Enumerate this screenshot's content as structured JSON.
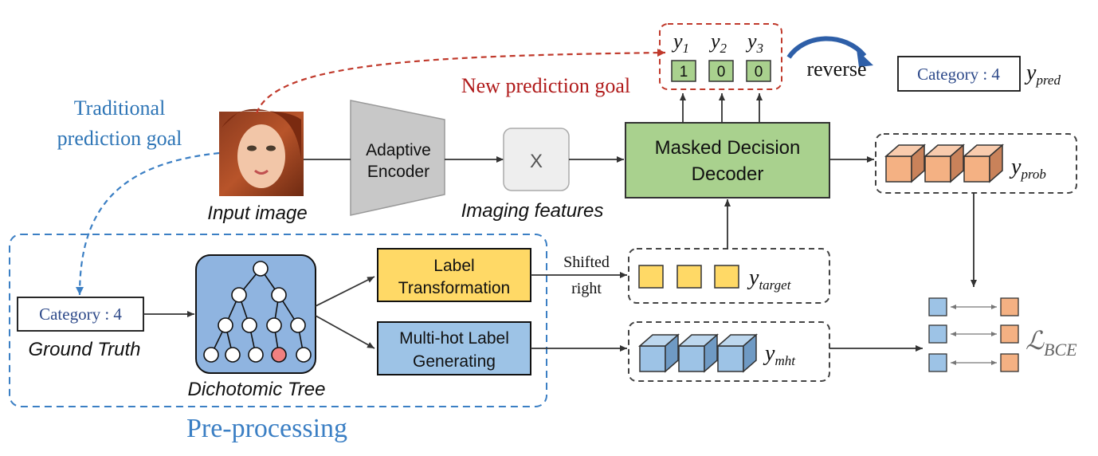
{
  "labels": {
    "traditional_goal_line1": "Traditional",
    "traditional_goal_line2": "prediction goal",
    "new_goal": "New prediction goal",
    "input_image": "Input image",
    "encoder_line1": "Adaptive",
    "encoder_line2": "Encoder",
    "x_box": "X",
    "imaging_features": "Imaging features",
    "decoder_line1": "Masked Decision",
    "decoder_line2": "Decoder",
    "ground_truth_box": "Category : 4",
    "ground_truth": "Ground Truth",
    "dichotomic_tree": "Dichotomic Tree",
    "label_transform_line1": "Label",
    "label_transform_line2": "Transformation",
    "multihot_line1": "Multi-hot Label",
    "multihot_line2": "Generating",
    "shifted_line1": "Shifted",
    "shifted_line2": "right",
    "preprocessing": "Pre-processing",
    "reverse": "reverse",
    "category_pred": "Category : 4"
  },
  "outputs": {
    "y1": {
      "base": "y",
      "sub": "1",
      "value": "1"
    },
    "y2": {
      "base": "y",
      "sub": "2",
      "value": "0"
    },
    "y3": {
      "base": "y",
      "sub": "3",
      "value": "0"
    }
  },
  "symbols": {
    "y_pred": {
      "base": "y",
      "sub": "pred"
    },
    "y_prob": {
      "base": "y",
      "sub": "prob"
    },
    "y_target": {
      "base": "y",
      "sub": "target"
    },
    "y_mht": {
      "base": "y",
      "sub": "mht"
    },
    "l_bce": {
      "base": "ℒ",
      "sub": "BCE"
    }
  },
  "colors": {
    "red_dashed": "#c0392b",
    "blue_dashed": "#3b7fc4",
    "blue_text": "#2e75b6",
    "dark_red_text": "#b01b1b",
    "decoder_green": "#a9d18e",
    "output_green": "#a9d18e",
    "label_yellow": "#ffd966",
    "multihot_blue": "#9dc3e6",
    "tree_blue": "#8fb4e0",
    "cube_orange": "#f4b183",
    "cube_blue": "#9dc3e6",
    "highlight_node": "#f08080"
  }
}
